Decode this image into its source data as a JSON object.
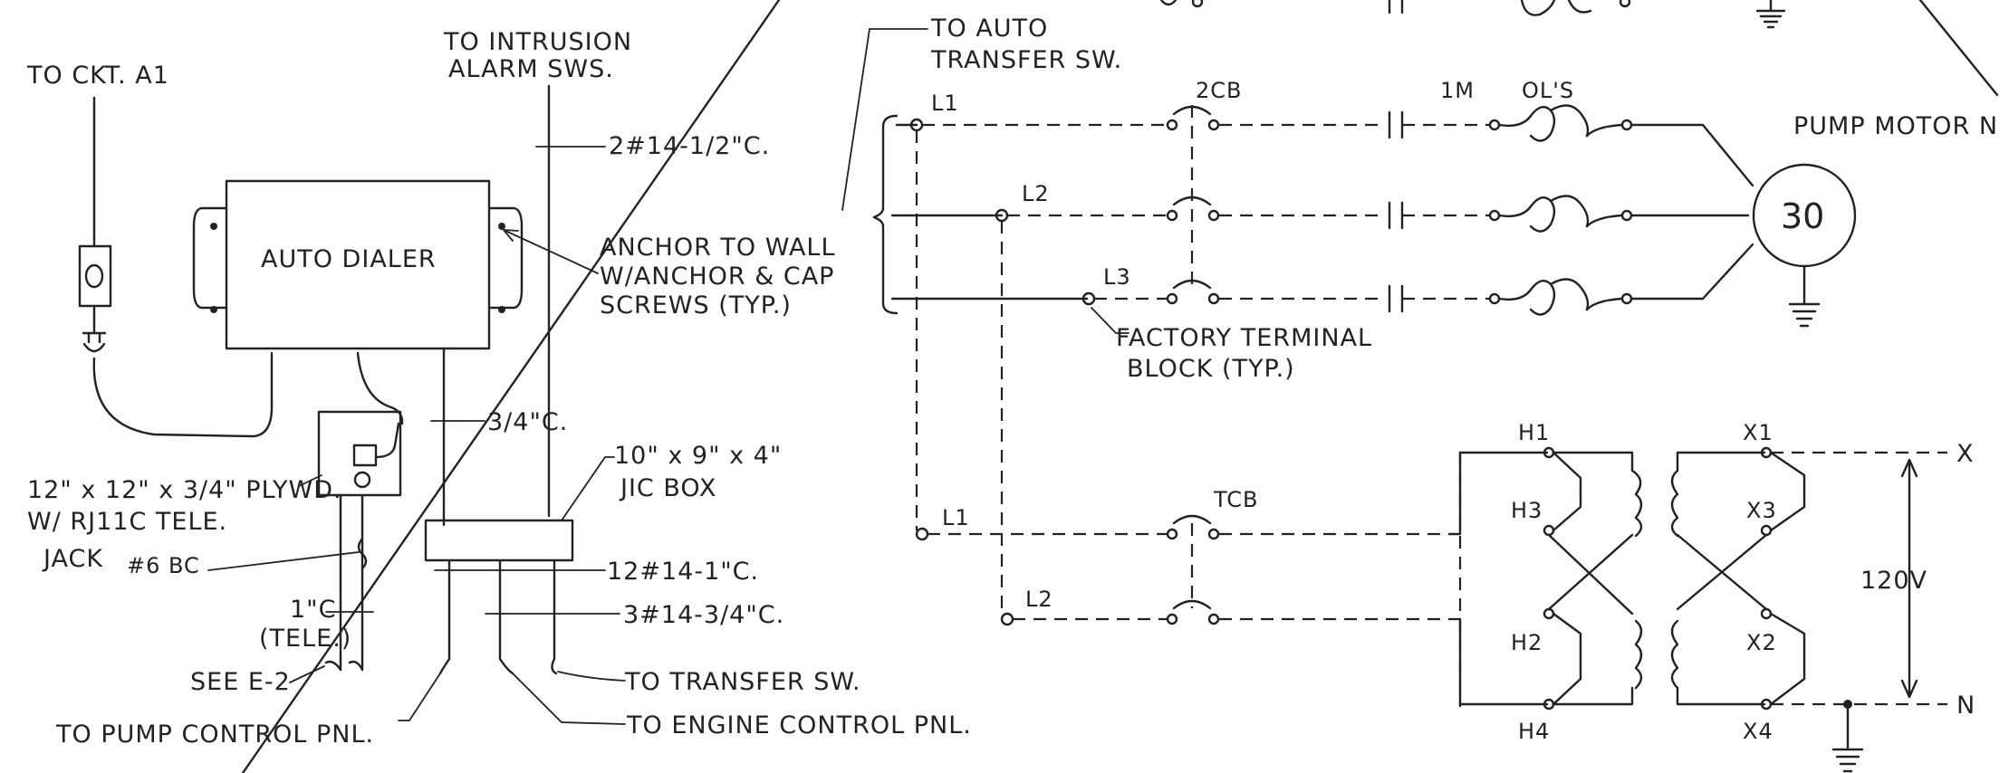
{
  "left": {
    "to_ckt": "TO CKT. A1",
    "intrusion_1": "TO INTRUSION",
    "intrusion_2": "ALARM SWS.",
    "cond_top": "2#14-1/2\"C.",
    "auto_dialer": "AUTO DIALER",
    "anchor_1": "ANCHOR TO WALL",
    "anchor_2": "W/ANCHOR & CAP",
    "anchor_3": "SCREWS (TYP.)",
    "cond_34": "3/4\"C.",
    "box_1": "10\" x 9\" x 4\"",
    "box_2": "JIC BOX",
    "plywd_1": "12\" x 12\" x 3/4\" PLYWD.",
    "plywd_2": "W/ RJ11C TELE.",
    "plywd_3": "JACK",
    "bc": "#6 BC",
    "cond_12": "12#14-1\"C.",
    "cond_3": "3#14-3/4\"C.",
    "tele_1": "1\"C",
    "tele_2": "(TELE.)",
    "see_e2": "SEE E-2",
    "to_transfer": "TO TRANSFER SW.",
    "to_pump": "TO PUMP CONTROL PNL.",
    "to_engine": "TO ENGINE CONTROL PNL."
  },
  "right": {
    "auto_1": "TO AUTO",
    "auto_2": "TRANSFER SW.",
    "l1": "L1",
    "l2": "L2",
    "l3": "L3",
    "cb2": "2CB",
    "im": "1M",
    "ols": "OL'S",
    "pump_motor": "PUMP MOTOR N",
    "motor_hp": "30",
    "ftb_1": "FACTORY TERMINAL",
    "ftb_2": "BLOCK (TYP.)",
    "tcb": "TCB",
    "l1b": "L1",
    "l2b": "L2",
    "h1": "H1",
    "h3": "H3",
    "h2": "H2",
    "h4": "H4",
    "x1": "X1",
    "x3": "X3",
    "x2": "X2",
    "x4": "X4",
    "x": "X",
    "n": "N",
    "v120": "120V"
  }
}
